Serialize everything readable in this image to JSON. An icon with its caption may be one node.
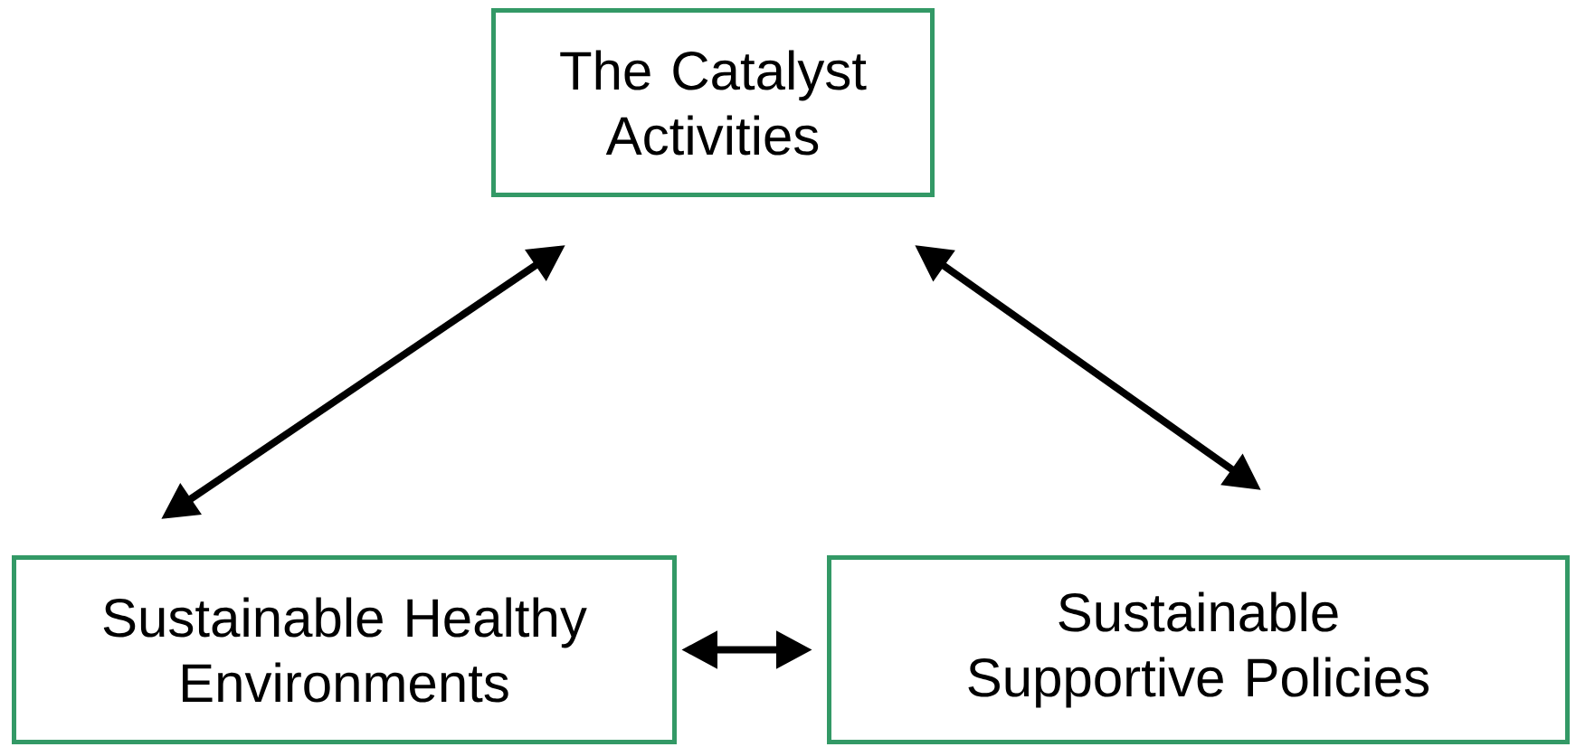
{
  "diagram": {
    "nodes": [
      {
        "text": [
          "The Catalyst Activities"
        ]
      },
      {
        "text": [
          "Sustainable Healthy Environments"
        ]
      },
      {
        "text": [
          "Sustainable Supportive Policies"
        ]
      }
    ],
    "edges": [
      {
        "from": 1,
        "to": 0,
        "arrow": "both"
      },
      {
        "from": 0,
        "to": 2,
        "arrow": "both"
      },
      {
        "from": 1,
        "to": 2,
        "arrow": "both"
      }
    ]
  }
}
